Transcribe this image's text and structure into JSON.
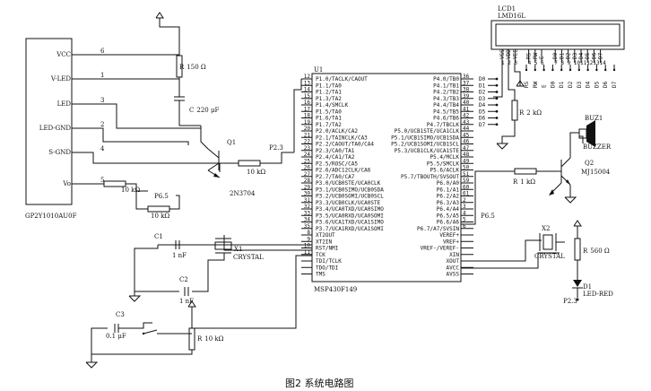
{
  "caption": "图2 系统电路图",
  "sensor": {
    "ref": "GP2Y1010AU0F",
    "pins": [
      {
        "name": "VCC",
        "num": "6"
      },
      {
        "name": "V-LED",
        "num": "1"
      },
      {
        "name": "LED",
        "num": "3"
      },
      {
        "name": "LED-GND",
        "num": "2"
      },
      {
        "name": "S-GND",
        "num": "4"
      },
      {
        "name": "Vo",
        "num": "5"
      }
    ]
  },
  "mcu": {
    "ref": "U1",
    "part": "MSP430F149",
    "left_pins": [
      {
        "num": "12",
        "name": "P1.0/TACLK/CAOUT"
      },
      {
        "num": "13",
        "name": "P1.1/TA0"
      },
      {
        "num": "14",
        "name": "P1.2/TA1"
      },
      {
        "num": "15",
        "name": "P1.3/TA2"
      },
      {
        "num": "16",
        "name": "P1.4/SMCLK"
      },
      {
        "num": "17",
        "name": "P1.5/TA0"
      },
      {
        "num": "18",
        "name": "P1.6/TA1"
      },
      {
        "num": "19",
        "name": "P1.7/TA2"
      },
      {
        "num": "20",
        "name": "P2.0/ACLK/CA2"
      },
      {
        "num": "21",
        "name": "P2.1/TAINCLK/CA3"
      },
      {
        "num": "22",
        "name": "P2.2/CAOUT/TA0/CA4"
      },
      {
        "num": "23",
        "name": "P2.3/CA0/TA1"
      },
      {
        "num": "24",
        "name": "P2.4/CA1/TA2"
      },
      {
        "num": "25",
        "name": "P2.5/ROSC/CA5"
      },
      {
        "num": "26",
        "name": "P2.6/ADC12CLK/CA6"
      },
      {
        "num": "27",
        "name": "P2.7/TA0/CA7"
      },
      {
        "num": "28",
        "name": "P3.0/UCB0STE/UCA0CLK"
      },
      {
        "num": "29",
        "name": "P3.1/UCB0SIMO/UCB0SDA"
      },
      {
        "num": "30",
        "name": "P3.2/UCB0SOMI/UCB0SCL"
      },
      {
        "num": "31",
        "name": "P3.3/UCB0CLK/UCA0STE"
      },
      {
        "num": "32",
        "name": "P3.4/UCA0TXD/UCA0SIMO"
      },
      {
        "num": "33",
        "name": "P3.5/UCA0RXD/UCA0SOMI"
      },
      {
        "num": "34",
        "name": "P3.6/UCA1TXD/UCA1SIMO"
      },
      {
        "num": "35",
        "name": "P3.7/UCA1RXD/UCA1SOMI"
      },
      {
        "num": "8",
        "name": "XT2OUT"
      },
      {
        "num": "9",
        "name": "XT2IN"
      },
      {
        "num": "10",
        "name": "RST/NMI"
      },
      {
        "num": "11",
        "name": "TCK"
      },
      {
        "num": "",
        "name": "TDI/TCLK"
      },
      {
        "num": "",
        "name": "TDO/TDI"
      },
      {
        "num": "",
        "name": "TMS"
      }
    ],
    "right_pins": [
      {
        "num": "36",
        "name": "P4.0/TB0"
      },
      {
        "num": "37",
        "name": "P4.1/TB1"
      },
      {
        "num": "38",
        "name": "P4.2/TB2"
      },
      {
        "num": "39",
        "name": "P4.3/TB3"
      },
      {
        "num": "40",
        "name": "P4.4/TB4"
      },
      {
        "num": "41",
        "name": "P4.5/TB5"
      },
      {
        "num": "42",
        "name": "P4.6/TB6"
      },
      {
        "num": "43",
        "name": "P4.7/TBCLK"
      },
      {
        "num": "44",
        "name": "P5.0/UCB1STE/UCA1CLK"
      },
      {
        "num": "45",
        "name": "P5.1/UCB1SIMO/UCB1SDA"
      },
      {
        "num": "46",
        "name": "P5.2/UCB1SOMI/UCB1SCL"
      },
      {
        "num": "47",
        "name": "P5.3/UCB1CLK/UCA1STE"
      },
      {
        "num": "48",
        "name": "P5.4/MCLK"
      },
      {
        "num": "49",
        "name": "P5.5/SMCLK"
      },
      {
        "num": "50",
        "name": "P5.6/ACLK"
      },
      {
        "num": "51",
        "name": "P5.7/TBOUTH/SVSOUT"
      },
      {
        "num": "59",
        "name": "P6.0/A0"
      },
      {
        "num": "60",
        "name": "P6.1/A1"
      },
      {
        "num": "61",
        "name": "P6.2/A2"
      },
      {
        "num": "2",
        "name": "P6.3/A3"
      },
      {
        "num": "3",
        "name": "P6.4/A4"
      },
      {
        "num": "4",
        "name": "P6.5/A5"
      },
      {
        "num": "5",
        "name": "P6.6/A6"
      },
      {
        "num": "6",
        "name": "P6.7/A7/SVSIN"
      },
      {
        "num": "",
        "name": "VEREF+"
      },
      {
        "num": "",
        "name": "VREF+"
      },
      {
        "num": "",
        "name": "VREF-/VEREF-"
      },
      {
        "num": "",
        "name": "XIN"
      },
      {
        "num": "",
        "name": "XOUT"
      },
      {
        "num": "",
        "name": "AVCC"
      },
      {
        "num": "",
        "name": "AVSS"
      }
    ],
    "d_labels": [
      "D0",
      "D1",
      "D2",
      "D3",
      "D4",
      "D5",
      "D6",
      "D7"
    ]
  },
  "lcd": {
    "ref": "LCD1",
    "part": "LMD16L",
    "pins": [
      "VSS",
      "VDD",
      "VEE",
      "RS",
      "RW",
      "E",
      "D0",
      "D1",
      "D2",
      "D3",
      "D4",
      "D5",
      "D6",
      "D7"
    ],
    "pin_nums": [
      "1",
      "2",
      "3",
      "4",
      "5",
      "6",
      "7",
      "8",
      "9",
      "10",
      "11",
      "12",
      "13",
      "14"
    ],
    "bus_labels": [
      "RS",
      "RW",
      "E",
      "D0",
      "D1",
      "D2",
      "D3",
      "D4",
      "D5",
      "D6",
      "D7"
    ]
  },
  "parts": {
    "r_top": {
      "ref": "R",
      "value": "150 Ω"
    },
    "c_top": {
      "ref": "C",
      "value": "220 μF"
    },
    "q1": {
      "ref": "Q1",
      "part": "2N3704"
    },
    "r_q1": {
      "ref": "R",
      "value": "10 kΩ"
    },
    "r_vo1": {
      "ref": "R",
      "value": "10 kΩ"
    },
    "r_vo2": {
      "ref": "R",
      "value": "10 kΩ"
    },
    "net_p65": "P6.5",
    "net_p23": "P2.3",
    "c1": {
      "ref": "C1",
      "value": "1 nF"
    },
    "c2": {
      "ref": "C2",
      "value": "1 nF"
    },
    "x1": {
      "ref": "X1",
      "part": "CRYSTAL"
    },
    "c3": {
      "ref": "C3",
      "value": "0.1 μF"
    },
    "r_rst": {
      "ref": "R",
      "value": "10 kΩ"
    },
    "r_lcd": {
      "ref": "R",
      "value": "2 kΩ"
    },
    "buzzer": {
      "ref": "BUZ1",
      "part": "BUZZER"
    },
    "q2": {
      "ref": "Q2",
      "part": "MJ15004"
    },
    "r_q2": {
      "ref": "R",
      "value": "1 kΩ"
    },
    "x2": {
      "ref": "X2",
      "part": "CRYSTAL"
    },
    "r_led": {
      "ref": "R",
      "value": "560 Ω"
    },
    "led": {
      "ref": "D1",
      "part": "LED-RED"
    },
    "net_p23b": "P2.3",
    "net_p65b": "P6.5"
  }
}
